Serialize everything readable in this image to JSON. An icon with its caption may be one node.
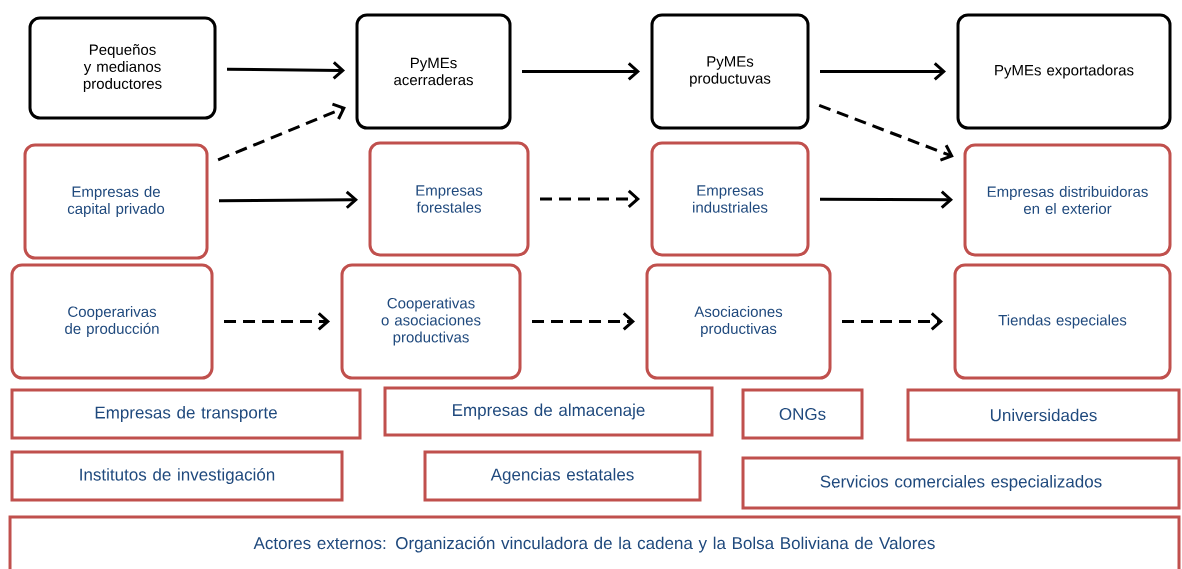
{
  "diagram": {
    "nodes": [
      {
        "text": [
          "Pequeños y medianos productores"
        ]
      },
      {
        "text": [
          "PyMEs acerraderas"
        ]
      },
      {
        "text": [
          "PyMEs productuvas"
        ]
      },
      {
        "text": [
          "PyMEs exportadoras"
        ]
      },
      {
        "text": [
          "Empresas de capital privado"
        ]
      },
      {
        "text": [
          "Empresas forestales"
        ]
      },
      {
        "text": [
          "Empresas industriales"
        ]
      },
      {
        "text": [
          "Empresas distribuidoras en el exterior"
        ]
      },
      {
        "text": [
          "Cooperarivas de producción"
        ]
      },
      {
        "text": [
          "Cooperativas o asociaciones productivas"
        ]
      },
      {
        "text": [
          "Asociaciones productivas"
        ]
      },
      {
        "text": [
          "Tiendas especiales"
        ]
      },
      {
        "text": [
          "Empresas de transporte"
        ]
      },
      {
        "text": [
          "Empresas de almacenaje"
        ]
      },
      {
        "text": [
          "ONGs"
        ]
      },
      {
        "text": [
          "Universidades"
        ]
      },
      {
        "text": [
          "Institutos de investigación"
        ]
      },
      {
        "text": [
          "Agencias estatales"
        ]
      },
      {
        "text": [
          "Servicios comerciales especializados"
        ]
      },
      {
        "text": [
          "Actores externos: Organización vinculadora de la cadena y la Bolsa Boliviana de Valores"
        ]
      }
    ],
    "edges": [
      {
        "from": 0,
        "to": 1,
        "arrow": "to"
      },
      {
        "from": 4,
        "to": 1,
        "arrow": "to",
        "style": "dashed"
      },
      {
        "from": 4,
        "to": 5,
        "arrow": "to"
      },
      {
        "from": 1,
        "to": 2,
        "arrow": "to"
      },
      {
        "from": 2,
        "to": 3,
        "arrow": "to"
      },
      {
        "from": 2,
        "to": 7,
        "arrow": "to",
        "style": "dashed"
      },
      {
        "from": 5,
        "to": 6,
        "arrow": "to",
        "style": "dashed"
      },
      {
        "from": 6,
        "to": 7,
        "arrow": "to"
      },
      {
        "from": 8,
        "to": 9,
        "arrow": "to",
        "style": "dashed"
      },
      {
        "from": 9,
        "to": 10,
        "arrow": "to",
        "style": "dashed"
      },
      {
        "from": 10,
        "to": 11,
        "arrow": "to",
        "style": "dashed"
      }
    ]
  }
}
